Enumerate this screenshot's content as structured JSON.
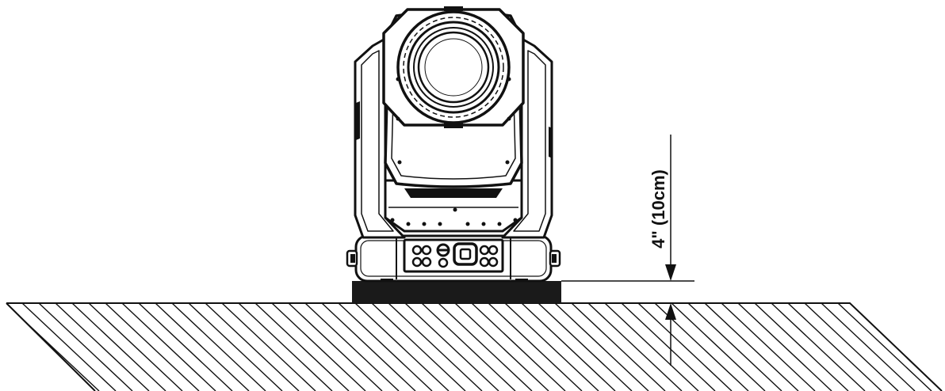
{
  "diagram": {
    "dimension_label": "4\" (10cm)",
    "colors": {
      "line": "#111111",
      "background": "#ffffff",
      "spacer_block": "#1a1a1a"
    },
    "components": {
      "fixture": "moving-head-light",
      "spacer": "spacer-block",
      "floor": "hatched-floor",
      "dimension": "clearance-dimension"
    }
  }
}
